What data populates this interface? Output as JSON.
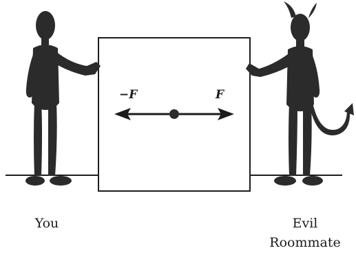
{
  "forces": {
    "left_label": "−F",
    "right_label": "F"
  },
  "people": {
    "left_name": "You",
    "right_name_line1": "Evil",
    "right_name_line2": "Roommate"
  },
  "colors": {
    "silhouette": "#2b2b2b",
    "line": "#1c1c1c",
    "background": "#ffffff"
  },
  "icons": {
    "left_figure": "person-silhouette-icon",
    "right_figure": "devil-silhouette-icon"
  }
}
